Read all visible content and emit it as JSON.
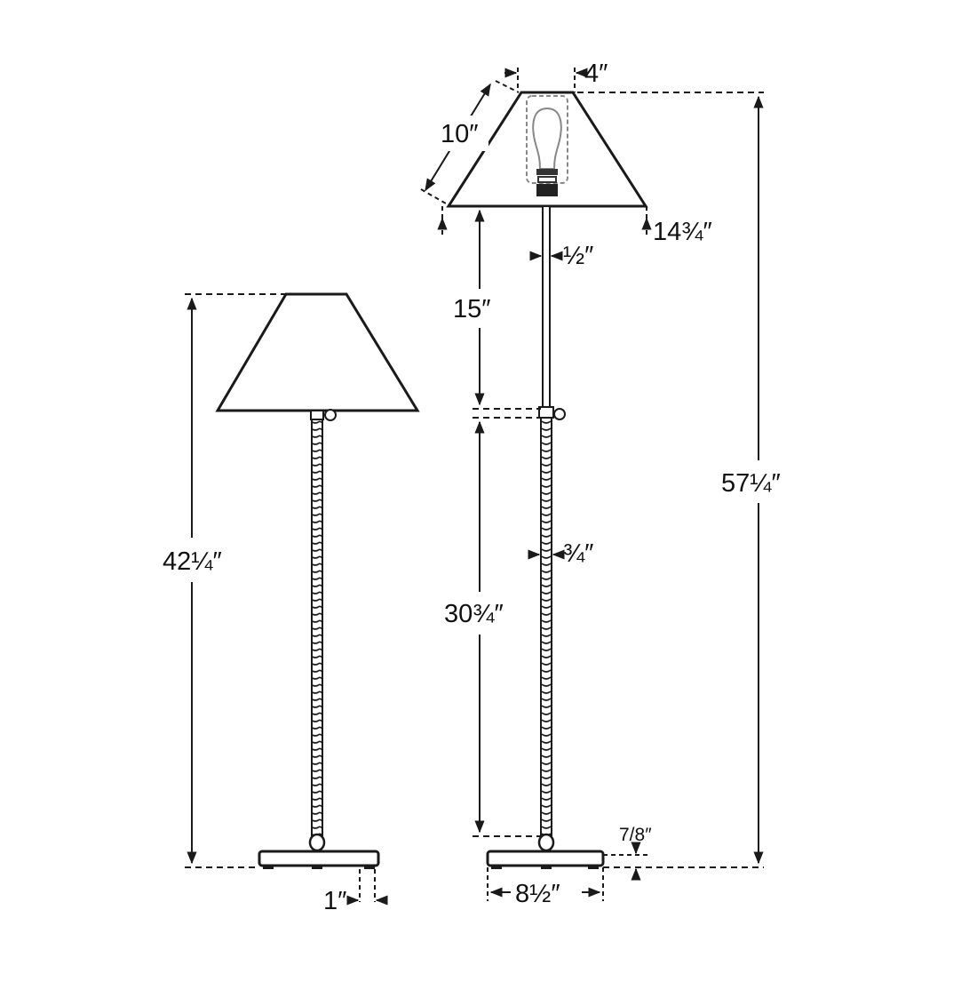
{
  "diagram": {
    "kind": "floor-lamp-dimension-drawing",
    "colors": {
      "ink": "#1a1a1a",
      "background": "#ffffff",
      "dashed": "#222222",
      "bulb": "#888888"
    },
    "lamp_low": {
      "overall_height": "42¼″",
      "base_thickness": "1″"
    },
    "lamp_high": {
      "shade_top": "4″",
      "shade_slant": "10″",
      "shade_bottom": "14¾″",
      "upper_stem_diameter": "½″",
      "upper_stem_height": "15″",
      "lower_stem_diameter": "¾″",
      "lower_stem_height": "30¾″",
      "base_height": "7/8″",
      "base_width": "8½″",
      "overall_height": "57¼″"
    }
  }
}
